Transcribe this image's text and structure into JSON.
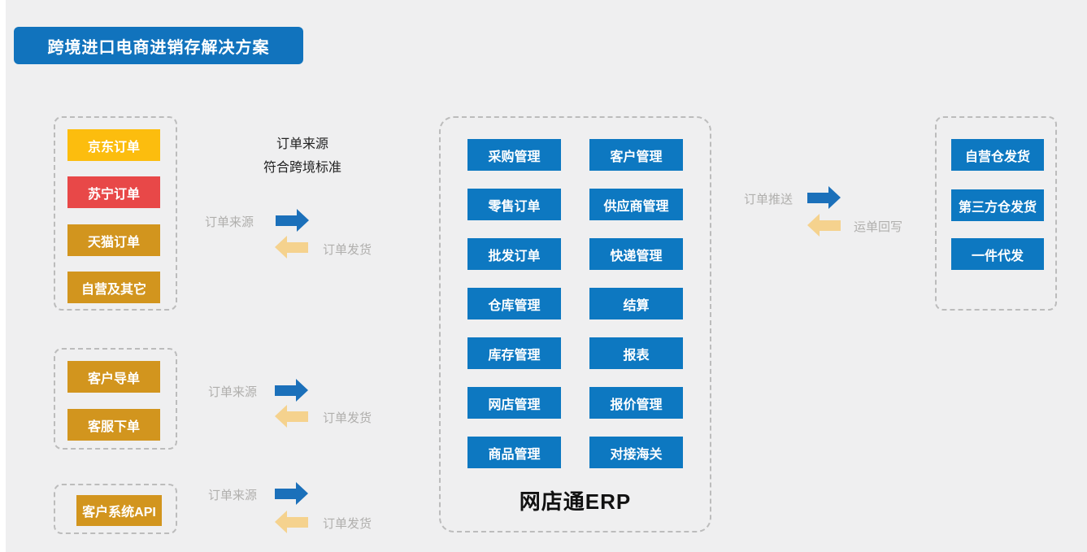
{
  "title": {
    "label": "跨境进口电商进销存解决方案",
    "bg": "#1173bd"
  },
  "colors": {
    "page_bg": "#efeff0",
    "erp_button_blue": "#0d78c1",
    "arrow_blue": "#1b70ba",
    "arrow_tan": "#f5d28e",
    "flow_label_gray": "#b0afad",
    "dashed_border": "#bcbcbc",
    "button_yellow": "#fcbd0e",
    "button_red": "#e84848",
    "button_gold": "#d2951e"
  },
  "middle_note": {
    "line1": "订单来源",
    "line2": "符合跨境标准"
  },
  "order_sources": {
    "group1": {
      "buttons": [
        {
          "label": "京东订单",
          "color": "#fcbd0e"
        },
        {
          "label": "苏宁订单",
          "color": "#e84848"
        },
        {
          "label": "天猫订单",
          "color": "#d2951e"
        },
        {
          "label": "自营及其它",
          "color": "#d2951e"
        }
      ]
    },
    "group2": {
      "buttons": [
        {
          "label": "客户导单",
          "color": "#d2951e"
        },
        {
          "label": "客服下单",
          "color": "#d2951e"
        }
      ]
    },
    "group3": {
      "buttons": [
        {
          "label": "客户系统API",
          "color": "#d2951e"
        }
      ]
    }
  },
  "flows": {
    "set1": {
      "source": "订单来源",
      "ship": "订单发货"
    },
    "set2": {
      "source": "订单来源",
      "ship": "订单发货"
    },
    "set3": {
      "source": "订单来源",
      "ship": "订单发货"
    },
    "push": {
      "label": "订单推送"
    },
    "writeback": {
      "label": "运单回写"
    }
  },
  "erp": {
    "label": "网店通ERP",
    "modules_left": [
      "采购管理",
      "零售订单",
      "批发订单",
      "仓库管理",
      "库存管理",
      "网店管理",
      "商品管理"
    ],
    "modules_right": [
      "客户管理",
      "供应商管理",
      "快递管理",
      "结算",
      "报表",
      "报价管理",
      "对接海关"
    ]
  },
  "fulfillment": {
    "options": [
      "自营仓发货",
      "第三方仓发货",
      "一件代发"
    ]
  }
}
